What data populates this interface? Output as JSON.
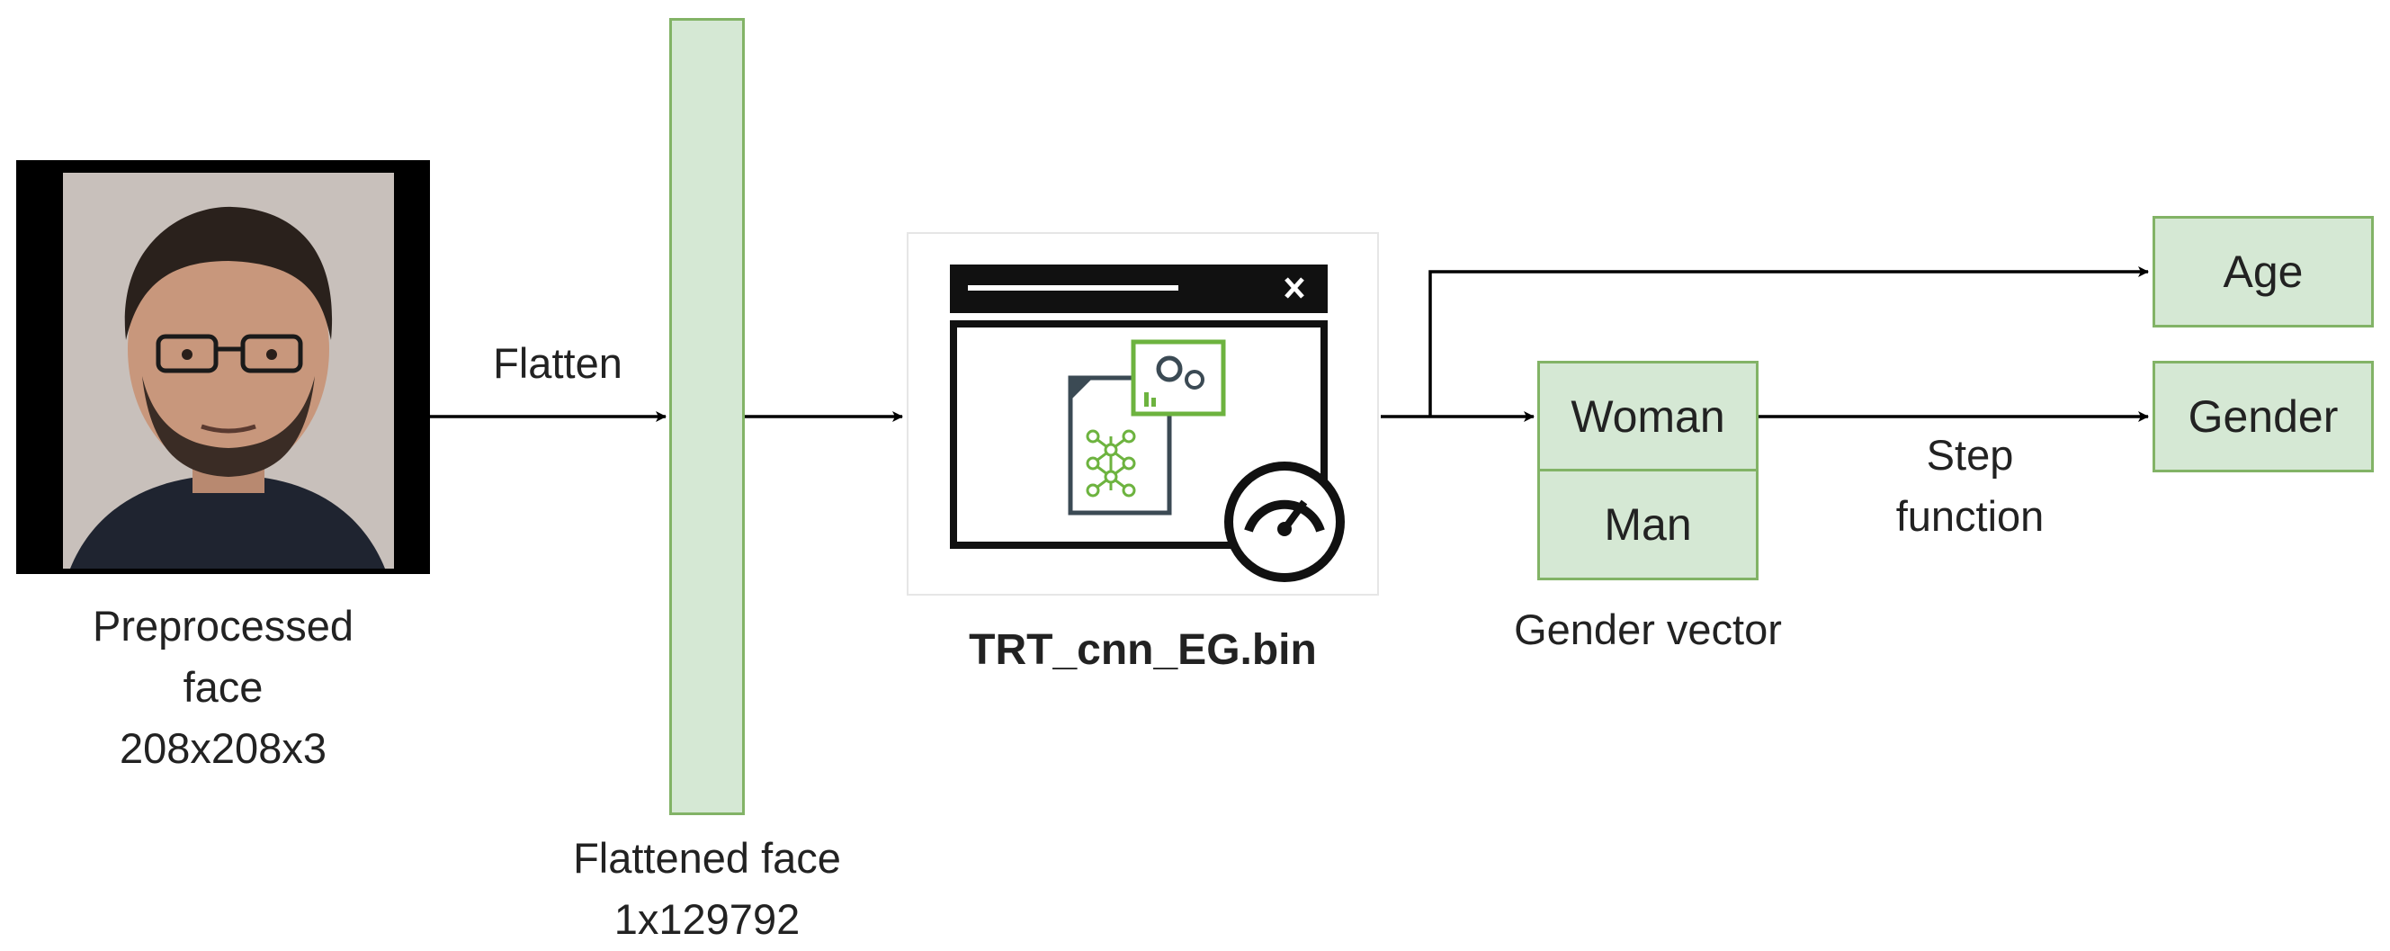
{
  "input": {
    "caption_line1": "Preprocessed",
    "caption_line2": "face",
    "caption_line3": "208x208x3"
  },
  "edges": {
    "flatten": "Flatten",
    "step_line1": "Step",
    "step_line2": "function"
  },
  "flattened": {
    "caption_line1": "Flattened face",
    "caption_line2": "1x129792"
  },
  "model": {
    "caption": "TRT_cnn_EG.bin"
  },
  "gender_vector": {
    "items": [
      "Woman",
      "Man"
    ],
    "caption": "Gender vector"
  },
  "outputs": {
    "age": "Age",
    "gender": "Gender"
  },
  "colors": {
    "box_fill": "#d5e8d4",
    "box_border": "#82b366",
    "line": "#000000"
  }
}
